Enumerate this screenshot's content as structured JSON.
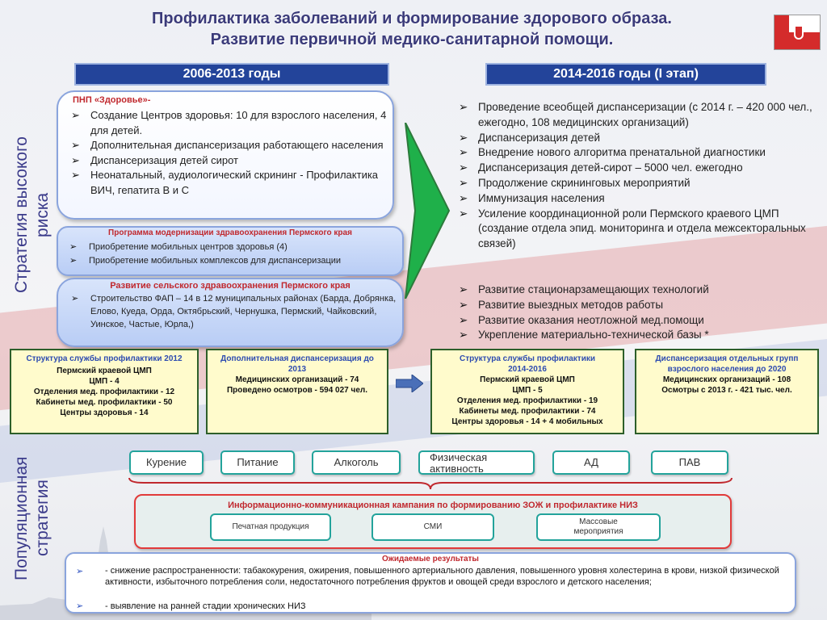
{
  "title": {
    "line1": "Профилактика заболеваний и формирование здорового образа.",
    "line2": "Развитие первичной медико-санитарной помощи."
  },
  "periods": {
    "left": "2006-2013 годы",
    "right": "2014-2016 годы (I этап)"
  },
  "side_labels": {
    "high_risk": "Стратегия высокого риска",
    "population": "Популяционная стратегия"
  },
  "pnp": {
    "title": "ПНП «Здоровье»-",
    "items": [
      "Создание Центров здоровья: 10 для взрослого населения, 4 для детей.",
      "Дополнительная диспансеризация работающего населения",
      "Диспансеризация детей сирот",
      "Неонатальный, аудиологический скрининг - Профилактика ВИЧ, гепатита В и С"
    ]
  },
  "modernization": {
    "title": "Программа модернизации здравоохранения Пермского края",
    "items": [
      "Приобретение мобильных центров здоровья (4)",
      "Приобретение мобильных комплексов для диспансеризации"
    ]
  },
  "rural": {
    "title": "Развитие сельского здравоохранения Пермского края",
    "items": [
      "Строительство ФАП – 14 в 12 муниципальных районах (Барда, Добрянка, Елово, Куеда, Орда, Октябрьский, Чернушка, Пермский, Чайковский, Уинское, Частые, Юрла,)"
    ]
  },
  "right_list": {
    "group1": [
      "Проведение всеобщей диспансеризации (с 2014 г. – 420 000 чел., ежегодно, 108 медицинских организаций)",
      "Диспансеризация детей",
      "Внедрение нового алгоритма пренатальной диагностики",
      "Диспансеризация детей-сирот – 5000 чел. ежегодно",
      "Продолжение скрининговых мероприятий",
      "Иммунизация населения",
      "Усиление координационной роли Пермского краевого ЦМП (создание отдела эпид. мониторинга и отдела межсекторальных связей)"
    ],
    "group2": [
      "Развитие стационарзамещающих технологий",
      "Развитие выездных методов работы",
      "Развитие оказания неотложной мед.помощи",
      "Укрепление материально-технической базы *"
    ]
  },
  "yellow_boxes": [
    {
      "title": "Структура службы профилактики 2012",
      "lines": [
        "Пермский краевой ЦМП",
        "ЦМП - 4",
        "Отделения мед. профилактики - 12",
        "Кабинеты мед. профилактики - 50",
        "Центры здоровья - 14"
      ]
    },
    {
      "title": "Дополнительная диспансеризация до 2013",
      "lines": [
        "Медицинских организаций - 74",
        "Проведено осмотров - 594 027 чел."
      ]
    },
    {
      "title": "Структура службы профилактики 2014-2016",
      "lines": [
        "Пермский краевой ЦМП",
        "ЦМП - 5",
        "Отделения мед. профилактики - 19",
        "Кабинеты мед. профилактики - 74",
        "Центры здоровья - 14 + 4 мобильных"
      ]
    },
    {
      "title": "Диспансеризация отдельных групп взрослого населения до 2020",
      "lines": [
        "Медицинских организаций - 108",
        "Осмотры с 2013 г. - 421 тыс. чел."
      ]
    }
  ],
  "topics": [
    "Курение",
    "Питание",
    "Алкоголь",
    "Физическая активность",
    "АД",
    "ПАВ"
  ],
  "campaign": {
    "title": "Информационно-коммуникационная кампания по формированию ЗОЖ и профилактике НИЗ",
    "items": [
      "Печатная продукция",
      "СМИ",
      "Массовые мероприятия"
    ]
  },
  "results": {
    "title": "Ожидаемые результаты",
    "item1": "- снижение распространенности: табакокурения, ожирения, повышенного артериального давления, повышенного уровня холестерина в крови, низкой физической активности, избыточного потребления соли, недостаточного потребления фруктов и овощей среди взрослого и детского населения;",
    "item2": "- выявление на ранней стадии хронических НИЗ"
  },
  "colors": {
    "accent_blue": "#23449a",
    "title_red": "#c0282e",
    "arrow_green": "#1fb04a",
    "teal_border": "#23a39b"
  }
}
